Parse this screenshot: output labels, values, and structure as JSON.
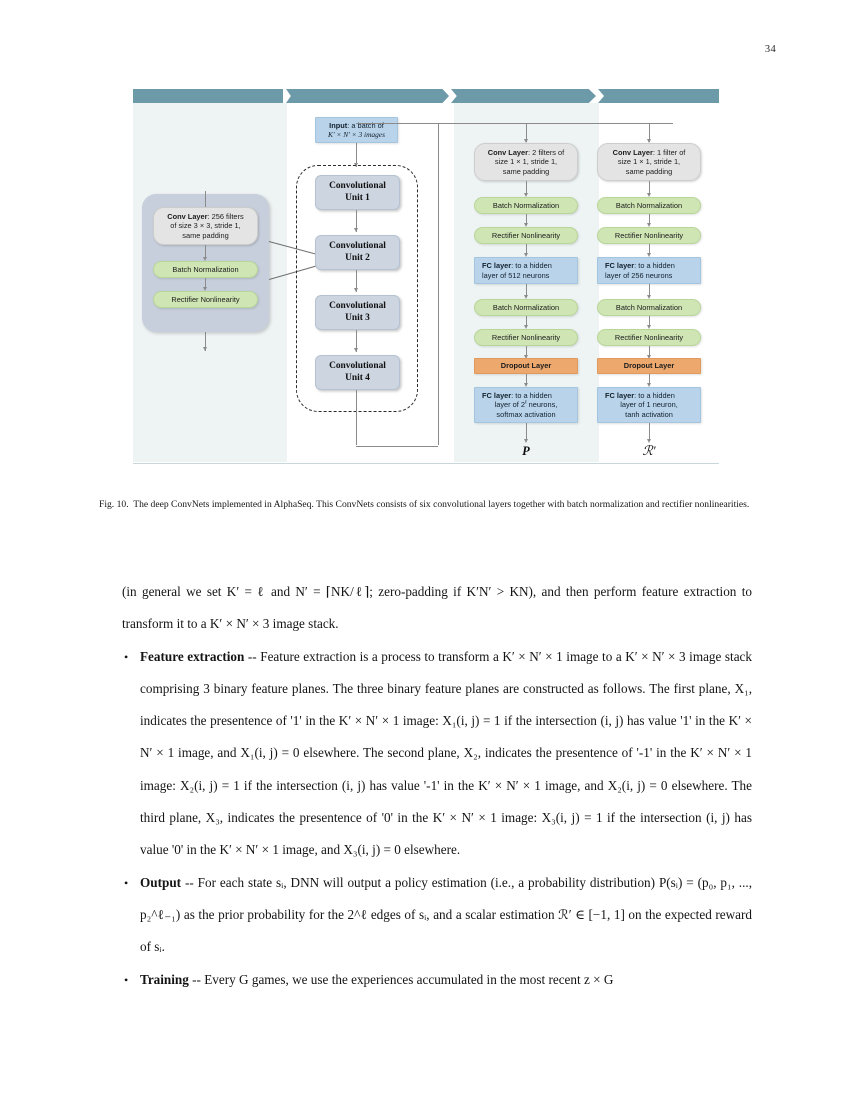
{
  "page": {
    "number": "34"
  },
  "figure": {
    "banner_segments": [
      "",
      "",
      "",
      ""
    ],
    "input_box": {
      "bold": "Input",
      "rest": ": a batch of",
      "line2": "K′ × N′ × 3 images"
    },
    "left_panel": {
      "conv": {
        "bold": "Conv Layer",
        "rest": ": 256 filters",
        "line2": "of size 3 × 3, stride 1,",
        "line3": "same padding"
      },
      "batch_norm": "Batch Normalization",
      "rectifier": "Rectifier Nonlinearity"
    },
    "units": [
      {
        "line1": "Convolutional",
        "line2": "Unit 1"
      },
      {
        "line1": "Convolutional",
        "line2": "Unit 2"
      },
      {
        "line1": "Convolutional",
        "line2": "Unit 3"
      },
      {
        "line1": "Convolutional",
        "line2": "Unit 4"
      }
    ],
    "policy_head": {
      "conv": {
        "bold": "Conv Layer",
        "rest": ": 2 filters of",
        "line2": "size 1 × 1, stride 1,",
        "line3": "same padding"
      },
      "batch_norm_1": "Batch Normalization",
      "rectifier_1": "Rectifier Nonlinearity",
      "fc_1": {
        "bold": "FC layer",
        "rest": ": to a hidden",
        "line2": "layer of 512 neurons"
      },
      "batch_norm_2": "Batch Normalization",
      "rectifier_2": "Rectifier Nonlinearity",
      "dropout": "Dropout Layer",
      "fc_2": {
        "bold": "FC layer",
        "rest": ": to a hidden",
        "line2_pre": "layer of 2",
        "line2_sup": "ℓ",
        "line2_post": " neurons,",
        "line3": "softmax activation"
      },
      "output_symbol": "P"
    },
    "value_head": {
      "conv": {
        "bold": "Conv Layer",
        "rest": ": 1 filter of",
        "line2": "size 1 × 1, stride 1,",
        "line3": "same padding"
      },
      "batch_norm_1": "Batch Normalization",
      "rectifier_1": "Rectifier Nonlinearity",
      "fc_1": {
        "bold": "FC layer",
        "rest": ": to a hidden",
        "line2": "layer of 256 neurons"
      },
      "batch_norm_2": "Batch Normalization",
      "rectifier_2": "Rectifier Nonlinearity",
      "dropout": "Dropout Layer",
      "fc_2": {
        "bold": "FC layer",
        "rest": ": to a hidden",
        "line2": "layer of 1 neuron,",
        "line3": "tanh activation"
      },
      "output_symbol": "ℛ′"
    },
    "colors": {
      "banner": "#6d9aa8",
      "conv_gray": "#e4e4e4",
      "green": "#cfe5b4",
      "blue": "#b9d4ea",
      "orange": "#eda86e",
      "unit_blue_gray": "#ccd5e0",
      "panel_shade": "#eef3f4"
    }
  },
  "caption": {
    "label": "Fig. 10.",
    "text": "The deep ConvNets implemented in AlphaSeq. This ConvNets consists of six convolutional layers together with batch normalization and rectifier nonlinearities."
  },
  "body": {
    "paragraph_intro": "(in general we set K′ = ℓ and N′ = ⌈NK/ℓ⌉; zero-padding if K′N′ > KN), and then perform feature extraction to transform it to a K′ × N′ × 3 image stack.",
    "bullets": [
      {
        "term": "Feature extraction",
        "dash": "--",
        "text": " Feature extraction is a process to transform a K′ × N′ × 1 image to a K′ × N′ × 3 image stack comprising 3 binary feature planes. The three binary feature planes are constructed as follows. The first plane, X₁, indicates the presentence of '1' in the K′ × N′ × 1 image: X₁(i, j) = 1 if the intersection (i, j) has value '1' in the K′ × N′ × 1 image, and X₁(i, j) = 0 elsewhere. The second plane, X₂, indicates the presentence of '-1' in the K′ × N′ × 1 image: X₂(i, j) = 1 if the intersection (i, j) has value '-1' in the K′ × N′ × 1 image, and X₂(i, j) = 0 elsewhere. The third plane, X₃, indicates the presentence of '0' in the K′ × N′ × 1 image: X₃(i, j) = 1 if the intersection (i, j) has value '0' in the K′ × N′ × 1 image, and X₃(i, j) = 0 elsewhere."
      },
      {
        "term": "Output",
        "dash": "--",
        "text": " For each state sᵢ, DNN will output a policy estimation (i.e., a probability distribution) P(sᵢ) = (p₀, p₁, ..., p₂^ℓ₋₁) as the prior probability for the 2^ℓ edges of sᵢ, and a scalar estimation ℛ′ ∈ [−1, 1] on the expected reward of sᵢ."
      },
      {
        "term": "Training",
        "dash": "--",
        "text": " Every G games, we use the experiences accumulated in the most recent z × G"
      }
    ]
  }
}
